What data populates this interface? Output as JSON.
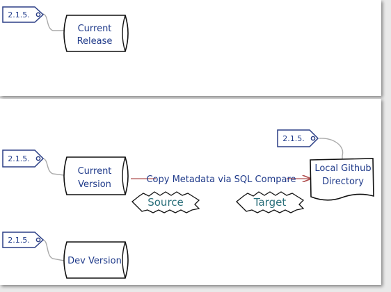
{
  "colors": {
    "ink": "#1f3a8a",
    "tag_border": "#2b3f86",
    "arrow": "#b05050",
    "burst_text": "#2a6f7a",
    "panel": "#ffffff",
    "divider": "#b8b8b8"
  },
  "top_panel": {
    "tag": {
      "label": "2.1.5."
    },
    "node": {
      "lines": [
        "Current",
        "Release"
      ],
      "shape": "cylinder"
    }
  },
  "bottom_panel": {
    "current_version": {
      "tag": {
        "label": "2.1.5."
      },
      "node": {
        "lines": [
          "Current",
          "Version"
        ],
        "shape": "cylinder"
      }
    },
    "dev_version": {
      "tag": {
        "label": "2.1.5."
      },
      "node": {
        "lines": [
          "Dev Version"
        ],
        "shape": "cylinder"
      }
    },
    "github": {
      "tag": {
        "label": "2.1.5."
      },
      "node": {
        "lines": [
          "Local Github",
          "Directory"
        ],
        "shape": "document"
      }
    },
    "connector": {
      "label": "Copy Metadata via SQL Compare"
    },
    "bursts": {
      "source": "Source",
      "target": "Target"
    }
  }
}
